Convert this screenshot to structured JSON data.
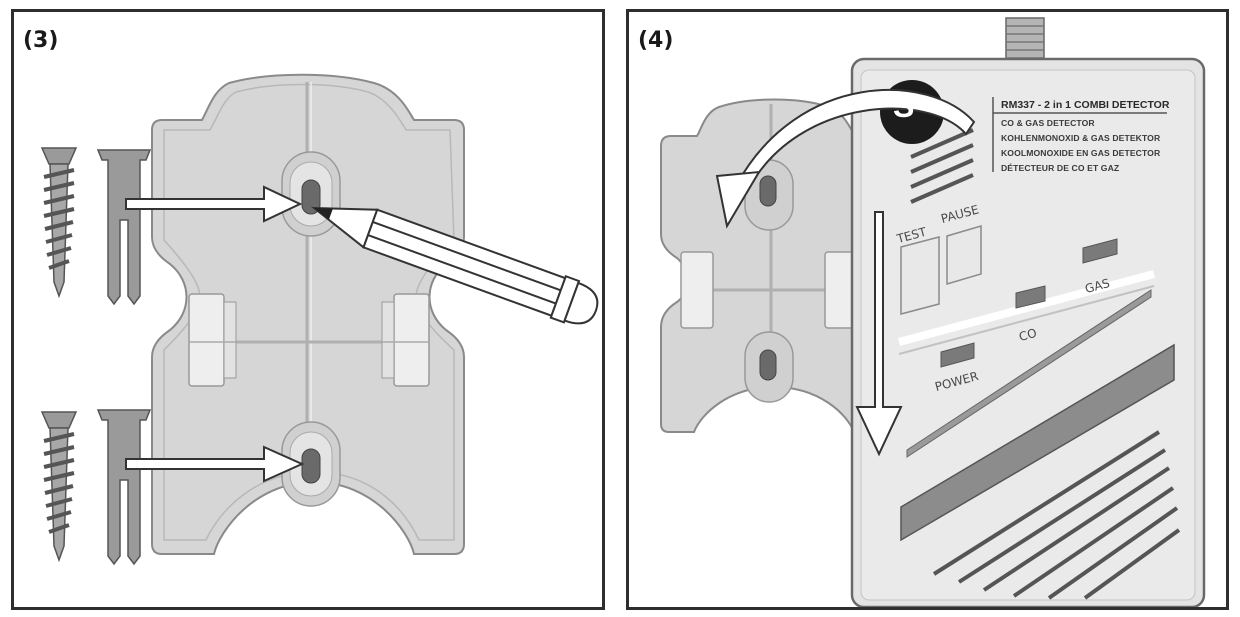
{
  "panel3": {
    "step_label": "(3)"
  },
  "panel4": {
    "step_label": "(4)",
    "device": {
      "logo_letter": "S",
      "model": "RM337 - 2 in 1 COMBI DETECTOR",
      "lines": [
        "CO & GAS DETECTOR",
        "KOHLENMONOXID & GAS DETEKTOR",
        "KOOLMONOXIDE EN GAS DETECTOR",
        "DÉTECTEUR DE CO ET GAZ"
      ],
      "test_label": "TEST",
      "pause_label": "PAUSE",
      "power_label": "POWER",
      "co_label": "CO",
      "gas_label": "GAS"
    }
  },
  "colors": {
    "plate_fill": "#d6d6d6",
    "plate_stroke": "#8a8a8a",
    "plug_fill": "#9a9a9a",
    "device_fill": "#e4e4e4",
    "frame": "#2e2e2e"
  }
}
